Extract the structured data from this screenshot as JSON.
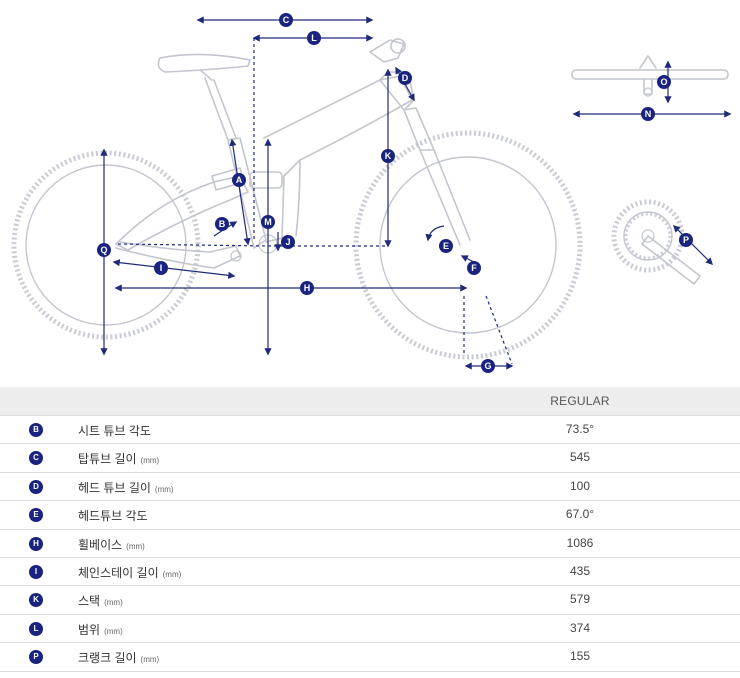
{
  "diagram": {
    "badges": {
      "A": "A",
      "B": "B",
      "C": "C",
      "D": "D",
      "E": "E",
      "F": "F",
      "G": "G",
      "H": "H",
      "I": "I",
      "J": "J",
      "K": "K",
      "L": "L",
      "M": "M",
      "N": "N",
      "O": "O",
      "P": "P",
      "Q": "Q"
    },
    "icons": [
      "bike-frame-icon",
      "handlebar-icon",
      "crankset-icon"
    ]
  },
  "table": {
    "header": "REGULAR",
    "rows": [
      {
        "badge": "B",
        "label": "시트 튜브 각도",
        "unit": "",
        "value": "73.5°"
      },
      {
        "badge": "C",
        "label": "탑튜브 길이",
        "unit": "(mm)",
        "value": "545"
      },
      {
        "badge": "D",
        "label": "헤드 튜브 길이",
        "unit": "(mm)",
        "value": "100"
      },
      {
        "badge": "E",
        "label": "헤드튜브 각도",
        "unit": "",
        "value": "67.0°"
      },
      {
        "badge": "H",
        "label": "휠베이스",
        "unit": "(mm)",
        "value": "1086"
      },
      {
        "badge": "I",
        "label": "체인스테이 길이",
        "unit": "(mm)",
        "value": "435"
      },
      {
        "badge": "K",
        "label": "스택",
        "unit": "(mm)",
        "value": "579"
      },
      {
        "badge": "L",
        "label": "범위",
        "unit": "(mm)",
        "value": "374"
      },
      {
        "badge": "P",
        "label": "크랭크 길이",
        "unit": "(mm)",
        "value": "155"
      }
    ]
  },
  "colors": {
    "badge": "#1a237e",
    "frame": "#c3c6cf",
    "header_bg": "#ededed",
    "row_border": "#dcdcdc"
  }
}
